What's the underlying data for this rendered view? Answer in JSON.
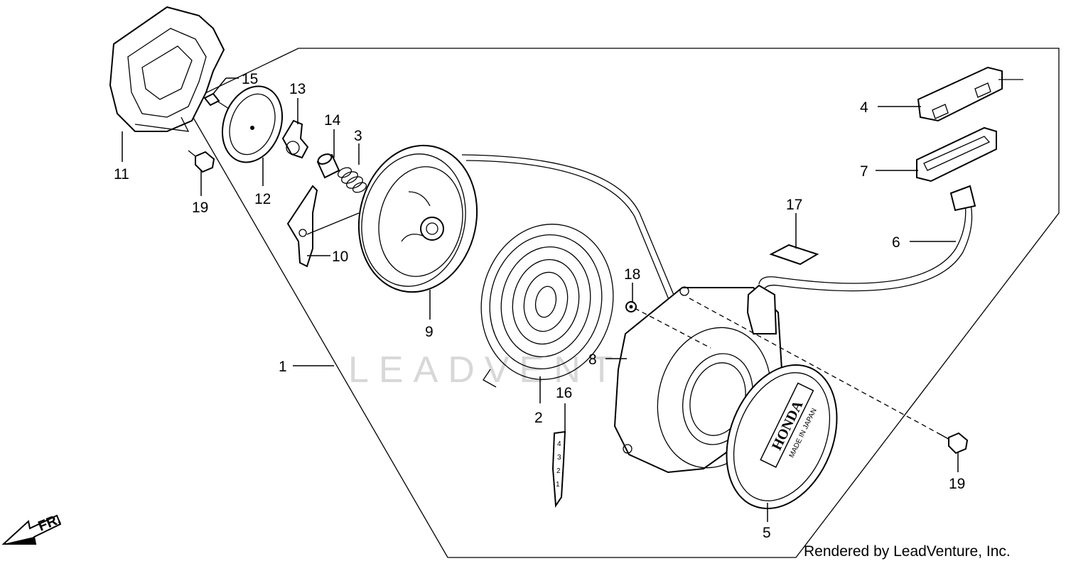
{
  "diagram": {
    "parts": [
      {
        "number": "1"
      },
      {
        "number": "2"
      },
      {
        "number": "3"
      },
      {
        "number": "4"
      },
      {
        "number": "5"
      },
      {
        "number": "6"
      },
      {
        "number": "7"
      },
      {
        "number": "8"
      },
      {
        "number": "9"
      },
      {
        "number": "10"
      },
      {
        "number": "11"
      },
      {
        "number": "12"
      },
      {
        "number": "13"
      },
      {
        "number": "14"
      },
      {
        "number": "15"
      },
      {
        "number": "16"
      },
      {
        "number": "17"
      },
      {
        "number": "18"
      },
      {
        "number": "19"
      },
      {
        "number": "19"
      }
    ],
    "cover_brand": "HONDA",
    "cover_origin": "MADE IN JAPAN",
    "front_marker": "FR.",
    "watermark": "LEADVENTURE",
    "indicator_marks": [
      "4",
      "3",
      "2",
      "1"
    ]
  },
  "footer": {
    "credit": "Rendered by LeadVenture, Inc."
  }
}
